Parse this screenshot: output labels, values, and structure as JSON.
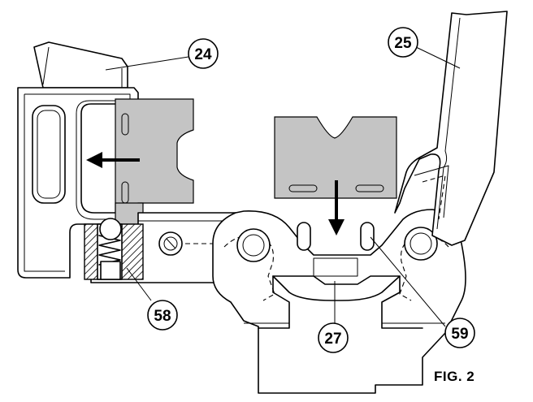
{
  "figure": {
    "label": "FIG. 2",
    "callouts": [
      {
        "id": "c24",
        "text": "24"
      },
      {
        "id": "c25",
        "text": "25"
      },
      {
        "id": "c58",
        "text": "58"
      },
      {
        "id": "c27",
        "text": "27"
      },
      {
        "id": "c59",
        "text": "59"
      }
    ],
    "arrows": [
      "left",
      "down"
    ]
  }
}
